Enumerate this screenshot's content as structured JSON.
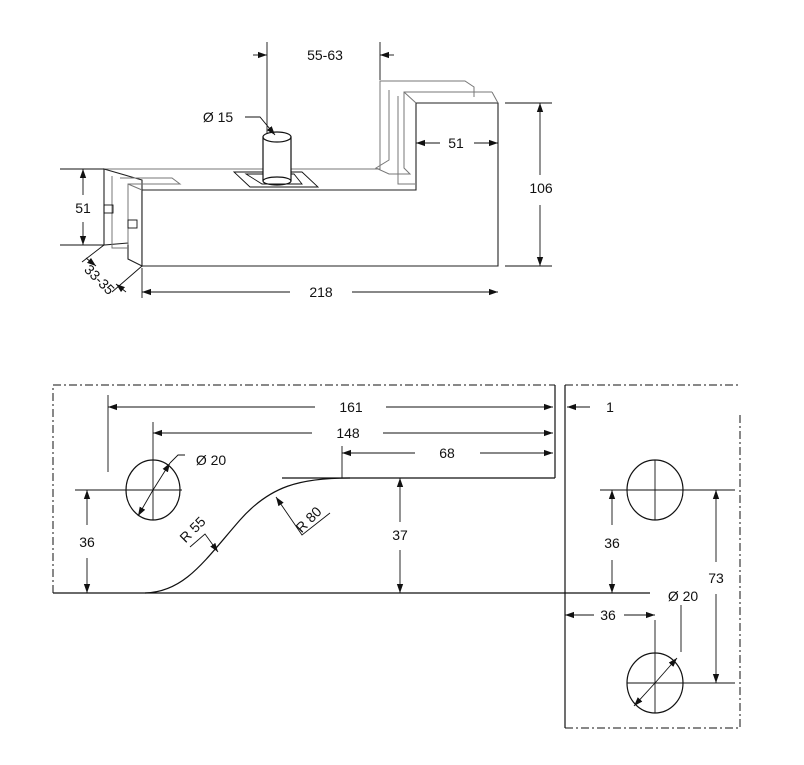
{
  "top_view": {
    "dim_offset": "55-63",
    "dim_pin_diameter": "Ø 15",
    "dim_block_width": "51",
    "dim_height": "106",
    "dim_left_height": "51",
    "dim_glass": "33-35",
    "dim_length": "218"
  },
  "bottom_view": {
    "dim_161": "161",
    "dim_148": "148",
    "dim_68": "68",
    "dim_hole_left": "Ø 20",
    "dim_36_left": "36",
    "dim_r55": "R 55",
    "dim_r80": "R 80",
    "dim_37": "37",
    "dim_gap": "1",
    "dim_36_right_v": "36",
    "dim_73": "73",
    "dim_36_right_h": "36",
    "dim_hole_right": "Ø 20"
  }
}
